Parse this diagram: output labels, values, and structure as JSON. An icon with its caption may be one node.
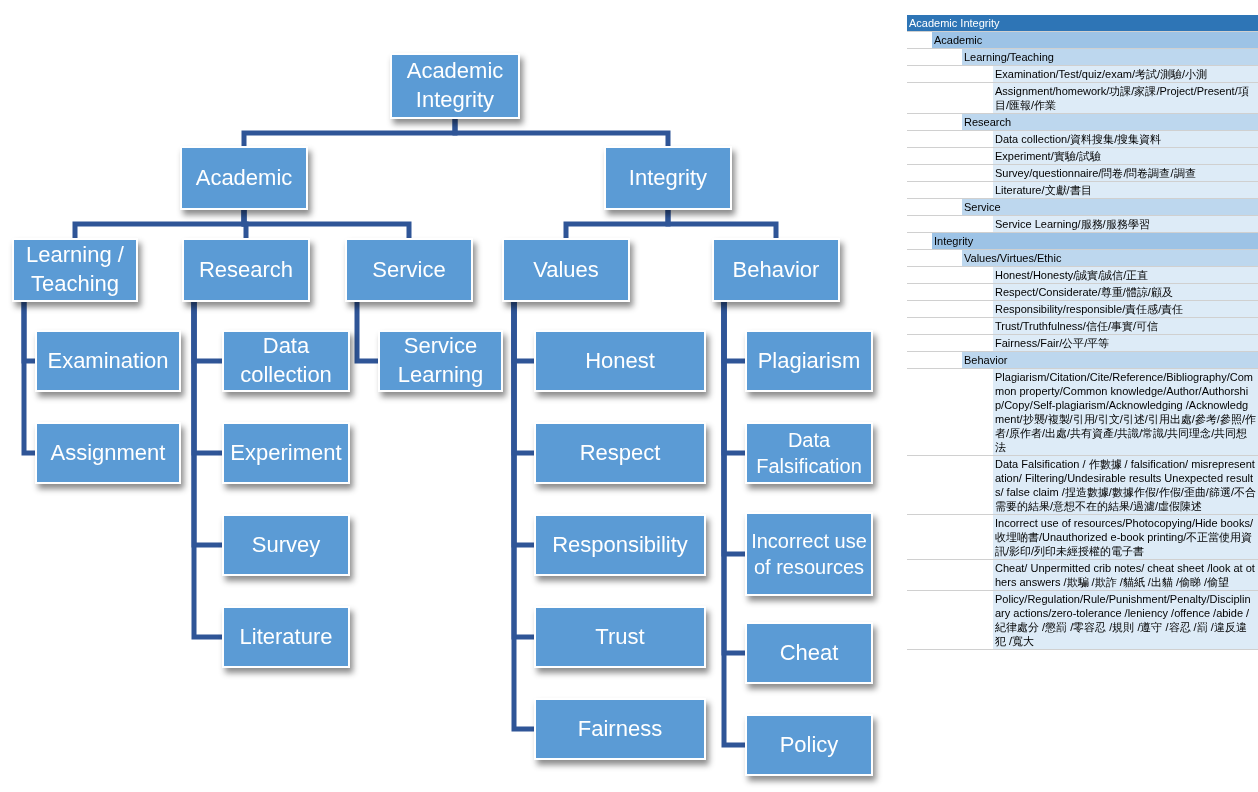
{
  "diagram": {
    "nodes": [
      {
        "text": [
          "Academic Integrity"
        ]
      },
      {
        "text": [
          "Academic"
        ]
      },
      {
        "text": [
          "Learning / Teaching"
        ]
      },
      {
        "text": [
          "Examination"
        ]
      },
      {
        "text": [
          "Assignment"
        ]
      },
      {
        "text": [
          "Research"
        ]
      },
      {
        "text": [
          "Data collection"
        ]
      },
      {
        "text": [
          "Experiment"
        ]
      },
      {
        "text": [
          "Survey"
        ]
      },
      {
        "text": [
          "Literature"
        ]
      },
      {
        "text": [
          "Service"
        ]
      },
      {
        "text": [
          "Service Learning"
        ]
      },
      {
        "text": [
          "Integrity"
        ]
      },
      {
        "text": [
          "Values"
        ]
      },
      {
        "text": [
          "Honest"
        ]
      },
      {
        "text": [
          "Respect"
        ]
      },
      {
        "text": [
          "Responsibility"
        ]
      },
      {
        "text": [
          "Trust"
        ]
      },
      {
        "text": [
          "Fairness"
        ]
      },
      {
        "text": [
          "Behavior"
        ]
      },
      {
        "text": [
          "Plagiarism"
        ]
      },
      {
        "text": [
          "Data Falsification"
        ]
      },
      {
        "text": [
          "Incorrect use of resources"
        ]
      },
      {
        "text": [
          "Cheat"
        ]
      },
      {
        "text": [
          "Policy"
        ]
      }
    ],
    "edges": [
      {
        "from": 0,
        "to": 1,
        "arrow": "none"
      },
      {
        "from": 0,
        "to": 12,
        "arrow": "none"
      },
      {
        "from": 1,
        "to": 2,
        "arrow": "none"
      },
      {
        "from": 1,
        "to": 5,
        "arrow": "none"
      },
      {
        "from": 1,
        "to": 10,
        "arrow": "none"
      },
      {
        "from": 2,
        "to": 3,
        "arrow": "none"
      },
      {
        "from": 2,
        "to": 4,
        "arrow": "none"
      },
      {
        "from": 5,
        "to": 6,
        "arrow": "none"
      },
      {
        "from": 5,
        "to": 7,
        "arrow": "none"
      },
      {
        "from": 5,
        "to": 8,
        "arrow": "none"
      },
      {
        "from": 5,
        "to": 9,
        "arrow": "none"
      },
      {
        "from": 10,
        "to": 11,
        "arrow": "none"
      },
      {
        "from": 12,
        "to": 13,
        "arrow": "none"
      },
      {
        "from": 12,
        "to": 19,
        "arrow": "none"
      },
      {
        "from": 13,
        "to": 14,
        "arrow": "none"
      },
      {
        "from": 13,
        "to": 15,
        "arrow": "none"
      },
      {
        "from": 13,
        "to": 16,
        "arrow": "none"
      },
      {
        "from": 13,
        "to": 17,
        "arrow": "none"
      },
      {
        "from": 13,
        "to": 18,
        "arrow": "none"
      },
      {
        "from": 19,
        "to": 20,
        "arrow": "none"
      },
      {
        "from": 19,
        "to": 21,
        "arrow": "none"
      },
      {
        "from": 19,
        "to": 22,
        "arrow": "none"
      },
      {
        "from": 19,
        "to": 23,
        "arrow": "none"
      },
      {
        "from": 19,
        "to": 24,
        "arrow": "none"
      }
    ],
    "labels": [
      "Academic Integrity",
      "Academic",
      "Learning/Teaching",
      "Examination/Test/quiz/exam/考試/測驗/小測",
      "Assignment/homework/功課/家課/Project/Present/項目/匯報/作業",
      "Research",
      "Data collection/資料搜集/搜集資料",
      "Experiment/實驗/試驗",
      "Survey/questionnaire/問卷/問卷調查/調查",
      "Literature/文獻/書目",
      "Service",
      "Service Learning/服務/服務學習",
      "Integrity",
      "Values/Virtues/Ethic",
      "Honest/Honesty/誠實/誠信/正直",
      "Respect/Considerate/尊重/體諒/顧及",
      "Responsibility/responsible/責任感/責任",
      "Trust/Truthfulness/信任/事實/可信",
      "Fairness/Fair/公平/平等",
      "Behavior",
      "Plagiarism/Citation/Cite/Reference/Bibliography/Common property/Common knowledge/Author/Authorship/Copy/Self-plagiarism/Acknowledging /Acknowledgment/抄襲/複製/引用/引文/引述/引用出處/參考/參照/作者/原作者/出處/共有資產/共識/常識/共同理念/共同想法",
      "Data Falsification / 作數據 / falsification/ misrepresentation/ Filtering/Undesirable results Unexpected results/ false claim /捏造數據/數據作假/作假/歪曲/篩選/不合需要的結果/意想不在的結果/過濾/虛假陳述",
      "Incorrect use of resources/Photocopying/Hide books/收埋啲書/Unauthorized e-book printing/不正當使用資訊/影印/列印未經授權的電子書",
      "Cheat/ Unpermitted crib notes/ cheat sheet /look at others answers /欺騙 /欺詐 /貓紙 /出貓 /偷睇 /偷望",
      "Policy/Regulation/Rule/Punishment/Penalty/Disciplinary actions/zero-tolerance /leniency /offence /abide /紀律處分 /懲罰 /零容忍 /規則 /遵守 /容忍 /罰 /違反違犯 /寬大"
    ]
  }
}
